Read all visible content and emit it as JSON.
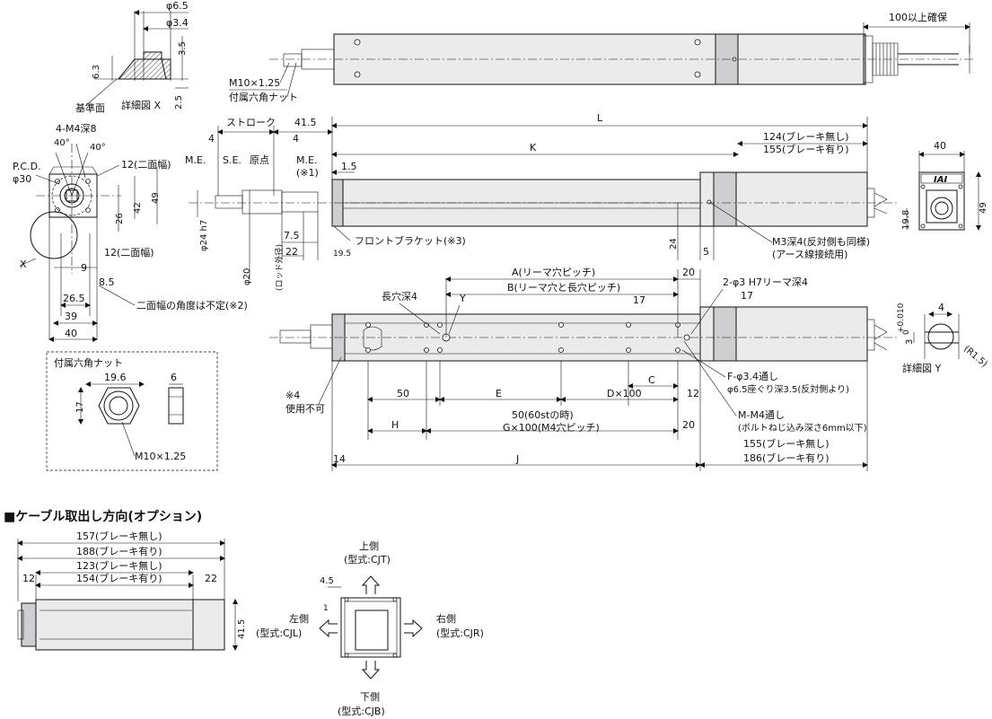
{
  "detail_x": {
    "d65": "φ6.5",
    "d34": "φ3.4",
    "h35": "3.5",
    "h63": "6.3",
    "h25": "2.5",
    "ref": "基準面",
    "title": "詳細図 X"
  },
  "top_view": {
    "cable": "100以上確保",
    "nut": "M10×1.25",
    "nut_note": "付属六角ナット"
  },
  "end_view": {
    "m4": "4-M4深8",
    "a1": "40°",
    "a2": "40°",
    "pcd1": "P.C.D.",
    "pcd2": "φ30",
    "flat1": "12(二面幅)",
    "flat2": "12(二面幅)",
    "d26": "26",
    "d42": "42",
    "d49": "49",
    "d9": "9",
    "d85": "8.5",
    "d265": "26.5",
    "d39": "39",
    "d40": "40",
    "x": "X"
  },
  "side_view": {
    "stroke": "ストローク",
    "d415": "41.5",
    "L": "L",
    "me1": "M.E.",
    "se": "S.E.",
    "origin": "原点",
    "me2": "M.E.",
    "note1": "(※1)",
    "d4a": "4",
    "d4b": "4",
    "d15": "1.5",
    "K": "K",
    "b124": "124(ブレーキ無し)",
    "b155": "155(ブレーキ有り)",
    "d24": "φ24 h7",
    "d75": "7.5",
    "d22": "22",
    "d195": "19.5",
    "bracket": "フロントブラケット(※3)",
    "rod1": "φ20",
    "rod2": "(ロッド外径)",
    "v24": "24",
    "v5": "5",
    "m3": "M3深4(反対側も同様)",
    "earth": "(アース線接続用)",
    "twoface": "二面幅の角度は不定(※2)"
  },
  "right_view": {
    "d40": "40",
    "d49": "49",
    "d198": "19.8"
  },
  "bottom_view": {
    "A": "A(リーマ穴ピッチ)",
    "B": "B(リーマ穴と長穴ピッチ)",
    "d20a": "20",
    "reamer": "2-φ3 H7リーマ深4",
    "slot": "長穴深4",
    "Y": "Y",
    "d17a": "17",
    "d17b": "17",
    "d50": "50",
    "E": "E",
    "D": "D×100",
    "C": "C",
    "d12": "12",
    "F1": "F-φ3.4通し",
    "F2": "φ6.5座ぐり深3.5(反対側より)",
    "note4a": "※4",
    "note4b": "使用不可",
    "H": "H",
    "s50": "50(60stの時)",
    "G": "G×100(M4穴ピッチ)",
    "d20b": "20",
    "M1": "M-M4通し",
    "M2": "(ボルトねじ込み深さ6mm以下)",
    "d14": "14",
    "J": "J",
    "b155": "155(ブレーキ無し)",
    "b186": "186(ブレーキ有り)"
  },
  "detail_y": {
    "tol_hi": "+0.010",
    "tol_lo": "0",
    "d3": "3",
    "d4": "4",
    "r": "(R1.5)",
    "title": "詳細図 Y"
  },
  "nut_box": {
    "title": "付属六角ナット",
    "d196": "19.6",
    "d6": "6",
    "d17": "17",
    "thread": "M10×1.25"
  },
  "cable_section": {
    "heading": "■ケーブル取出し方向(オプション)",
    "l157": "157(ブレーキ無し)",
    "l188": "188(ブレーキ有り)",
    "l123": "123(ブレーキ無し)",
    "l154": "154(ブレーキ有り)",
    "d12": "12",
    "d22": "22",
    "d415": "41.5",
    "d45": "4.5",
    "d1": "1",
    "top1": "上側",
    "top2": "(型式:CJT)",
    "left1": "左側",
    "left2": "(型式:CJL)",
    "right1": "右側",
    "right2": "(型式:CJR)",
    "bottom1": "下側",
    "bottom2": "(型式:CJB)"
  },
  "brand": "IAI"
}
